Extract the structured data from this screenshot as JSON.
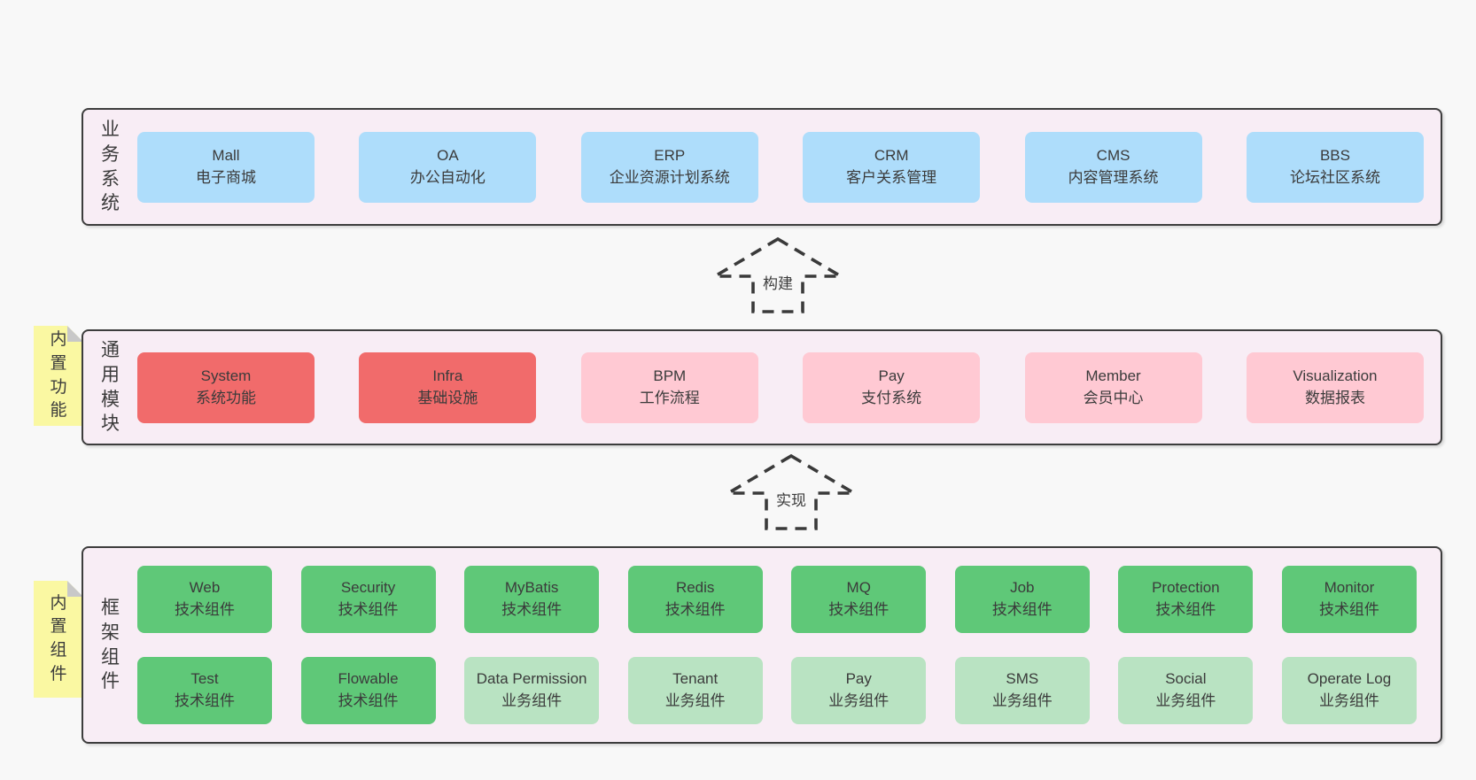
{
  "diagram": {
    "sections": [
      {
        "label": "业务系统",
        "boxes": [
          {
            "title": "Mall",
            "subtitle": "电子商城"
          },
          {
            "title": "OA",
            "subtitle": "办公自动化"
          },
          {
            "title": "ERP",
            "subtitle": "企业资源计划系统"
          },
          {
            "title": "CRM",
            "subtitle": "客户关系管理"
          },
          {
            "title": "CMS",
            "subtitle": "内容管理系统"
          },
          {
            "title": "BBS",
            "subtitle": "论坛社区系统"
          }
        ]
      },
      {
        "label": "通用模块",
        "sticky_note": "内置功能",
        "boxes": [
          {
            "title": "System",
            "subtitle": "系统功能"
          },
          {
            "title": "Infra",
            "subtitle": "基础设施"
          },
          {
            "title": "BPM",
            "subtitle": "工作流程"
          },
          {
            "title": "Pay",
            "subtitle": "支付系统"
          },
          {
            "title": "Member",
            "subtitle": "会员中心"
          },
          {
            "title": "Visualization",
            "subtitle": "数据报表"
          }
        ]
      },
      {
        "label": "框架组件",
        "sticky_note": "内置组件",
        "rows": [
          {
            "boxes": [
              {
                "title": "Web",
                "subtitle": "技术组件"
              },
              {
                "title": "Security",
                "subtitle": "技术组件"
              },
              {
                "title": "MyBatis",
                "subtitle": "技术组件"
              },
              {
                "title": "Redis",
                "subtitle": "技术组件"
              },
              {
                "title": "MQ",
                "subtitle": "技术组件"
              },
              {
                "title": "Job",
                "subtitle": "技术组件"
              },
              {
                "title": "Protection",
                "subtitle": "技术组件"
              },
              {
                "title": "Monitor",
                "subtitle": "技术组件"
              }
            ]
          },
          {
            "boxes": [
              {
                "title": "Test",
                "subtitle": "技术组件"
              },
              {
                "title": "Flowable",
                "subtitle": "技术组件"
              },
              {
                "title": "Data Permission",
                "subtitle": "业务组件"
              },
              {
                "title": "Tenant",
                "subtitle": "业务组件"
              },
              {
                "title": "Pay",
                "subtitle": "业务组件"
              },
              {
                "title": "SMS",
                "subtitle": "业务组件"
              },
              {
                "title": "Social",
                "subtitle": "业务组件"
              },
              {
                "title": "Operate Log",
                "subtitle": "业务组件"
              }
            ]
          }
        ]
      }
    ],
    "arrows": [
      {
        "label": "构建"
      },
      {
        "label": "实现"
      }
    ],
    "colors": {
      "page_bg": "#f8f8f8",
      "panel_bg": "#f8edf5",
      "panel_border": "#3d3d3d",
      "box_blue": "#aeddfb",
      "box_red": "#f16b6b",
      "box_pink": "#ffc9d3",
      "box_green": "#5fc878",
      "box_light_green": "#b9e3c2",
      "sticky_yellow": "#faf8a2",
      "sticky_fold": "#c8c8c8",
      "text": "#3b3b3b"
    }
  }
}
